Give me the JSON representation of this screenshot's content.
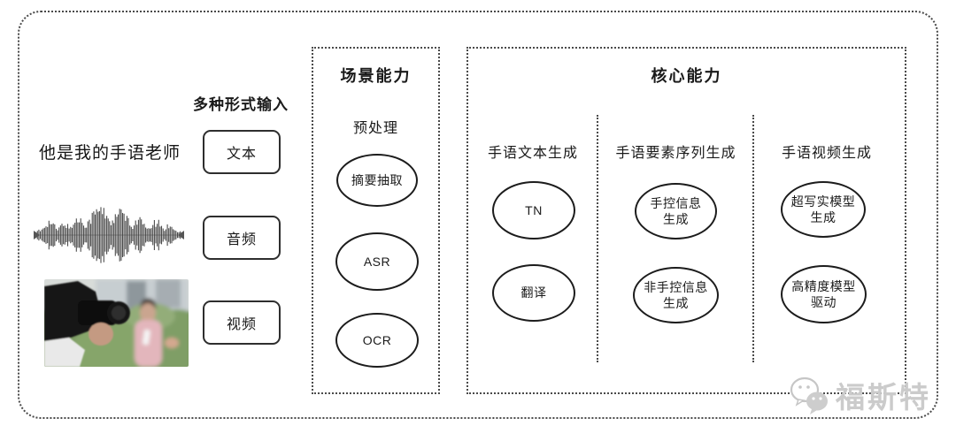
{
  "input_section": {
    "heading": "多种形式输入",
    "sample_text": "他是我的手语老师",
    "items": [
      {
        "label": "文本"
      },
      {
        "label": "音频"
      },
      {
        "label": "视频"
      }
    ],
    "media": [
      {
        "name": "audio-waveform"
      },
      {
        "name": "reporter-photo"
      }
    ]
  },
  "scene_box": {
    "title": "场景能力",
    "subtitle": "预处理",
    "nodes": [
      {
        "lines": [
          "摘要抽取"
        ]
      },
      {
        "lines": [
          "ASR"
        ]
      },
      {
        "lines": [
          "OCR"
        ]
      }
    ]
  },
  "core_box": {
    "title": "核心能力",
    "columns": [
      {
        "label": "手语文本生成",
        "nodes": [
          {
            "lines": [
              "TN"
            ]
          },
          {
            "lines": [
              "翻译"
            ]
          }
        ]
      },
      {
        "label": "手语要素序列生成",
        "nodes": [
          {
            "lines": [
              "手控信息",
              "生成"
            ]
          },
          {
            "lines": [
              "非手控信息",
              "生成"
            ]
          }
        ]
      },
      {
        "label": "手语视频生成",
        "nodes": [
          {
            "lines": [
              "超写实模型",
              "生成"
            ]
          },
          {
            "lines": [
              "高精度模型",
              "驱动"
            ]
          }
        ]
      }
    ]
  },
  "watermark": {
    "text": "福斯特",
    "icon": "wechat-icon"
  },
  "colors": {
    "line": "#1c1c1c",
    "dash": "#4a4a4a",
    "watermark": "#cbcbcb"
  }
}
